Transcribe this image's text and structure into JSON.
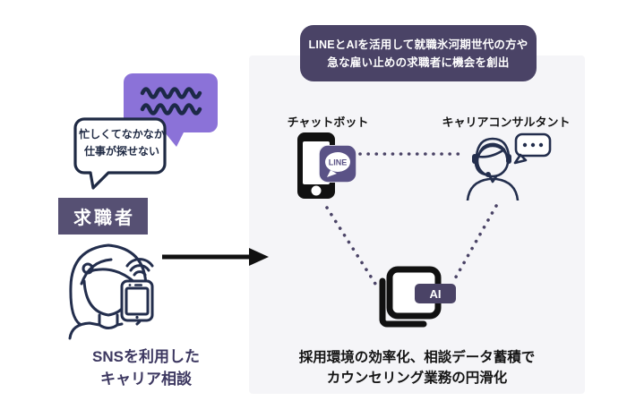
{
  "colors": {
    "banner_purple": "#4a4366",
    "speech_bubble_purple": "#8b72d8",
    "line_badge_purple": "#5a5286",
    "jobseeker_box_purple": "#565073",
    "ink_navy": "#232e4d",
    "panel_background": "#f5f5f8",
    "caption_purple": "#3d3861",
    "icon_black": "#111111"
  },
  "left": {
    "thought_bubble": {
      "line1": "忙しくてなかなか",
      "line2": "仕事が探せない"
    },
    "jobseeker_label": "求職者",
    "caption": {
      "line1": "SNSを利用した",
      "line2": "キャリア相談"
    }
  },
  "panel": {
    "banner": {
      "line1": "LINEとAIを活用して就職氷河期世代の方や",
      "line2": "急な雇い止めの求職者に機会を創出"
    },
    "chatbot_label": "チャットボット",
    "consultant_label": "キャリアコンサルタント",
    "line_badge_label": "LINE",
    "ai_badge_label": "AI",
    "result": {
      "line1": "採用環境の効率化、相談データ蓄積で",
      "line2": "カウンセリング業務の円滑化"
    }
  }
}
